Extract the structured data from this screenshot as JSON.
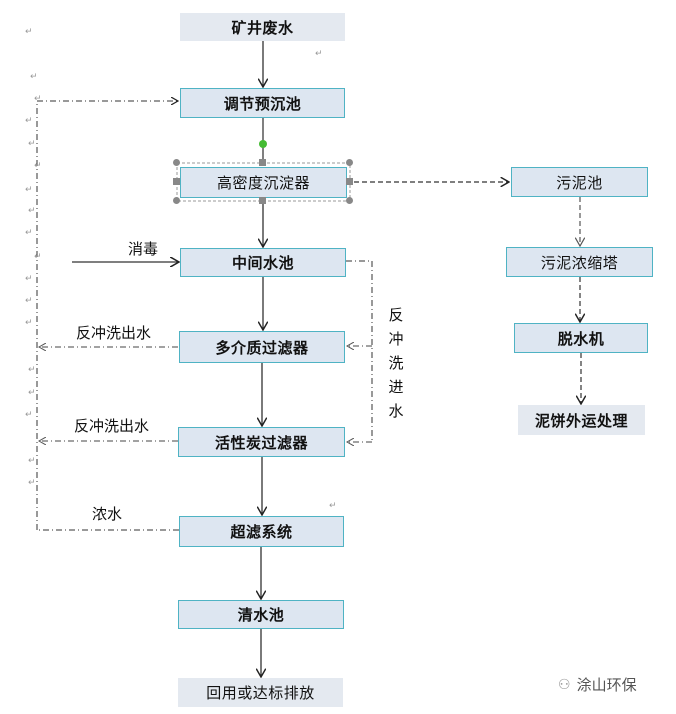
{
  "main_flow": [
    {
      "id": "mine-wastewater",
      "label": "矿井废水"
    },
    {
      "id": "regulating-presettling-tank",
      "label": "调节预沉池"
    },
    {
      "id": "high-density-clarifier",
      "label": "高密度沉淀器"
    },
    {
      "id": "intermediate-tank",
      "label": "中间水池"
    },
    {
      "id": "multimedia-filter",
      "label": "多介质过滤器"
    },
    {
      "id": "activated-carbon-filter",
      "label": "活性炭过滤器"
    },
    {
      "id": "ultrafiltration-system",
      "label": "超滤系统"
    },
    {
      "id": "clear-water-tank",
      "label": "清水池"
    },
    {
      "id": "reuse-or-discharge",
      "label": "回用或达标排放"
    }
  ],
  "sludge_flow": [
    {
      "id": "sludge-tank",
      "label": "污泥池"
    },
    {
      "id": "sludge-thickener",
      "label": "污泥浓缩塔"
    },
    {
      "id": "dewatering-machine",
      "label": "脱水机"
    },
    {
      "id": "sludge-cake-disposal",
      "label": "泥饼外运处理"
    }
  ],
  "annotations": {
    "disinfection": "消毒",
    "backwash_out_1": "反冲洗出水",
    "backwash_out_2": "反冲洗出水",
    "concentrate": "浓水",
    "backwash_in": [
      "反",
      "冲",
      "洗",
      "进",
      "水"
    ]
  },
  "paragraph_mark": "↵",
  "watermark": {
    "icon": "wechat-icon",
    "text": "涂山环保"
  },
  "colors": {
    "box_fill": "#dde6f1",
    "box_border": "#4fb3c4",
    "selection_dot": "#44bb33"
  }
}
